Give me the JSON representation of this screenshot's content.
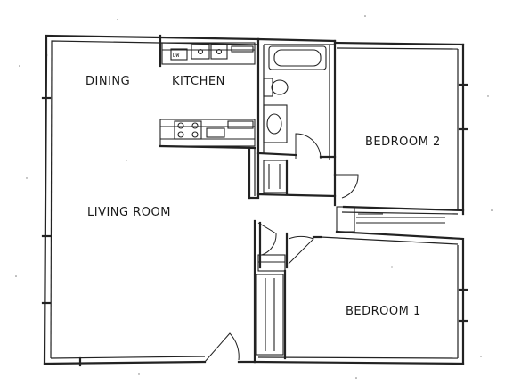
{
  "rooms": {
    "dining": "DINING",
    "kitchen": "KITCHEN",
    "living_room": "LIVING ROOM",
    "bedroom_2": "BEDROOM 2",
    "bedroom_1": "BEDROOM 1"
  },
  "fixtures": {
    "dishwasher_label": "DW"
  },
  "colors": {
    "line": "#222222",
    "paper": "#ffffff"
  }
}
